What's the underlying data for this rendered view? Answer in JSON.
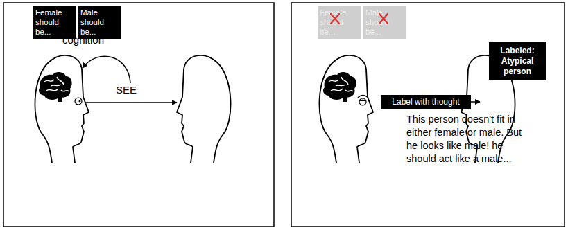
{
  "diagram": {
    "nodes": [
      {
        "text": [
          "Female should be..."
        ]
      },
      {
        "text": [
          "Male should be..."
        ]
      },
      {
        "text": [
          "Female should be..."
        ]
      },
      {
        "text": [
          "Male should be..."
        ]
      },
      {
        "text": [
          "Label with thought"
        ]
      },
      {
        "text": [
          "Labeled: Atypical person"
        ]
      }
    ],
    "labels": [
      "cognition",
      "SEE",
      "This person doesn't fit in either female or male. But he looks like male! he should act like a male..."
    ]
  }
}
